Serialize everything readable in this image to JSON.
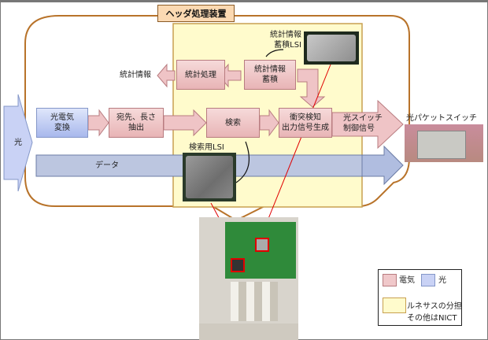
{
  "title": "ヘッダ処理装置",
  "colors": {
    "electric": "#e8b4b6",
    "optical": "#a8b8ec",
    "renesas": "#fffbcc",
    "frame": "#b8732a",
    "pointer": "#e00000"
  },
  "input": {
    "label": "光"
  },
  "blocks": {
    "oe_convert": "光電気\n変換",
    "extract": "宛先、長さ\n抽出",
    "search": "検索",
    "collision": "衝突検知\n出力信号生成",
    "stats_store": "統計情報\n蓄積",
    "stats_proc": "統計処理"
  },
  "labels": {
    "stats_out": "統計情報",
    "data_bar": "データ",
    "switch_ctrl": "光スイッチ\n制御信号",
    "packet_switch": "光パケットスイッチ",
    "search_lsi": "検索用LSI",
    "stats_lsi": "統計情報\n蓄積LSI"
  },
  "legend": {
    "electric": "電気",
    "optical": "光",
    "renesas": "ルネサスの分担",
    "other": "その他はNICT"
  }
}
